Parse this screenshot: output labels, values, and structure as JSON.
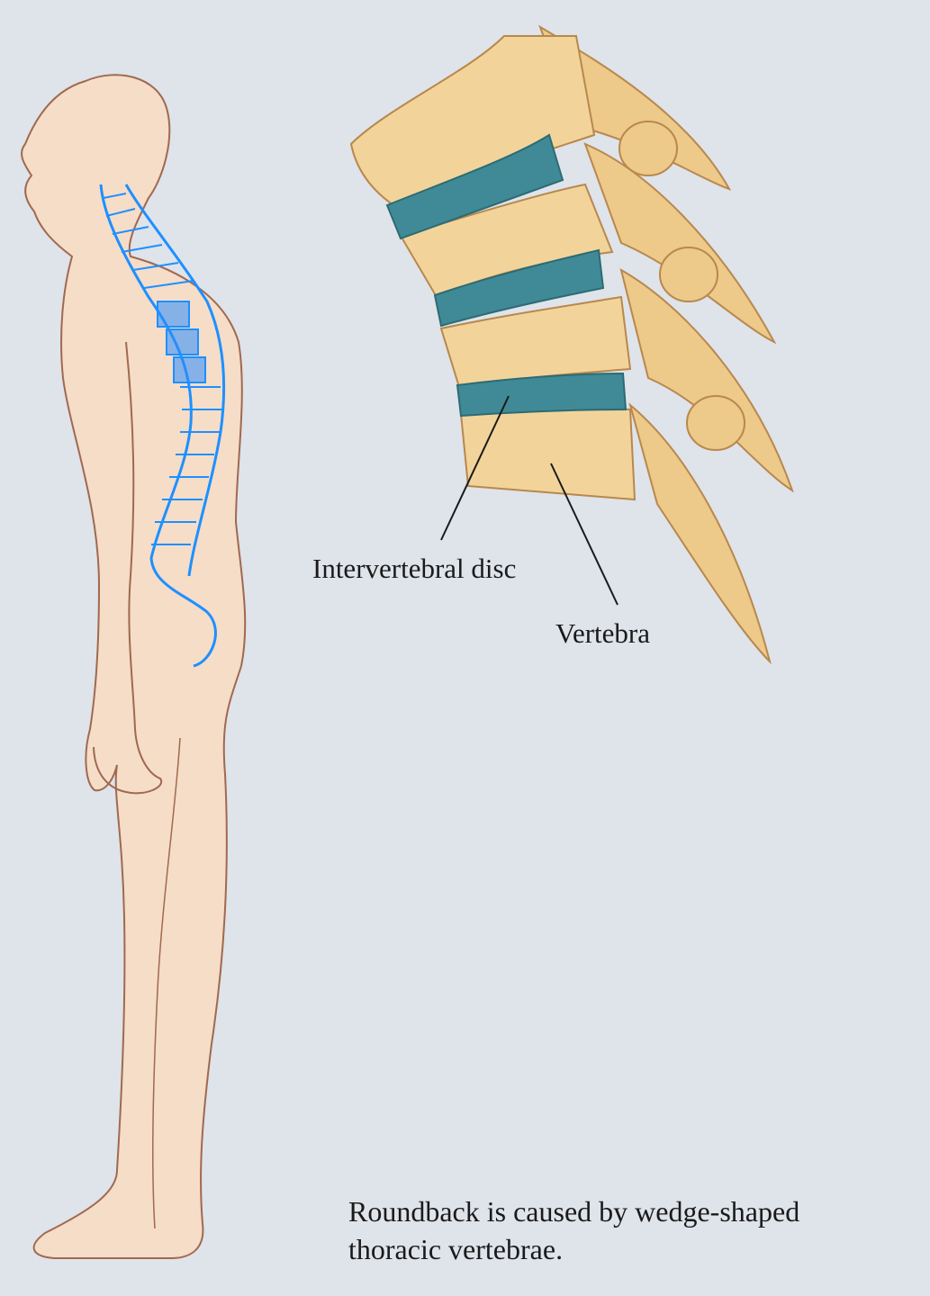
{
  "labels": {
    "intervertebral_disc": "Intervertebral disc",
    "vertebra": "Vertebra"
  },
  "caption": {
    "line1": "Roundback is caused by wedge-shaped",
    "line2": "thoracic vertebrae."
  },
  "colors": {
    "background": "#dfe3ea",
    "skin": "#f5ddc8",
    "outline": "#a0694f",
    "spine_highlight": "#1e90ff",
    "bone": "#f2d49a",
    "disc": "#3f8a96"
  }
}
